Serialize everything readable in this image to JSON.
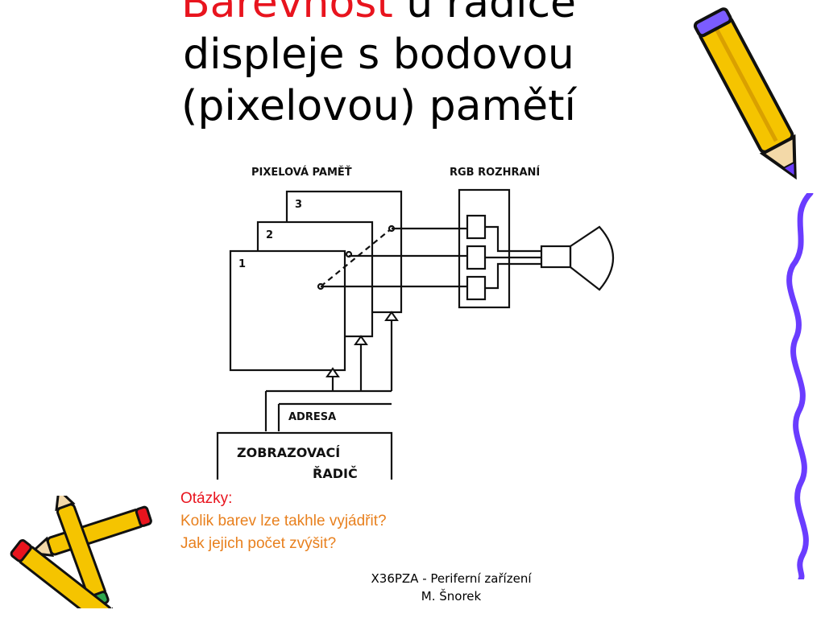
{
  "slide": {
    "title": {
      "highlight": "Barevnost",
      "rest": " u řadiče displeje s bodovou (pixelovou) pamětí"
    },
    "diagram": {
      "label_memory": "PIXELOVÁ   PAMĚŤ",
      "label_rgb": "RGB  ROZHRANÍ",
      "plane_1": "1",
      "plane_2": "2",
      "plane_3": "3",
      "label_address": "ADRESA",
      "controller_line1": "ZOBRAZOVACÍ",
      "controller_line2": "ŘADIČ"
    },
    "questions": {
      "heading": "Otázky:",
      "q1": "Kolik barev lze takhle vyjádřit?",
      "q2": "Jak jejich počet zvýšit?"
    },
    "footer": {
      "course": "X36PZA - Periferní zařízení",
      "author": "M. Šnorek"
    },
    "colors": {
      "title_highlight": "#e8141e",
      "question_heading": "#e8141e",
      "question_text": "#e8801e",
      "pencil_body": "#f5c400",
      "squiggle": "#6a3cff"
    },
    "decorations": [
      "pencil-icon-top-right",
      "pencils-icon-bottom-left",
      "squiggle-line-right"
    ]
  }
}
